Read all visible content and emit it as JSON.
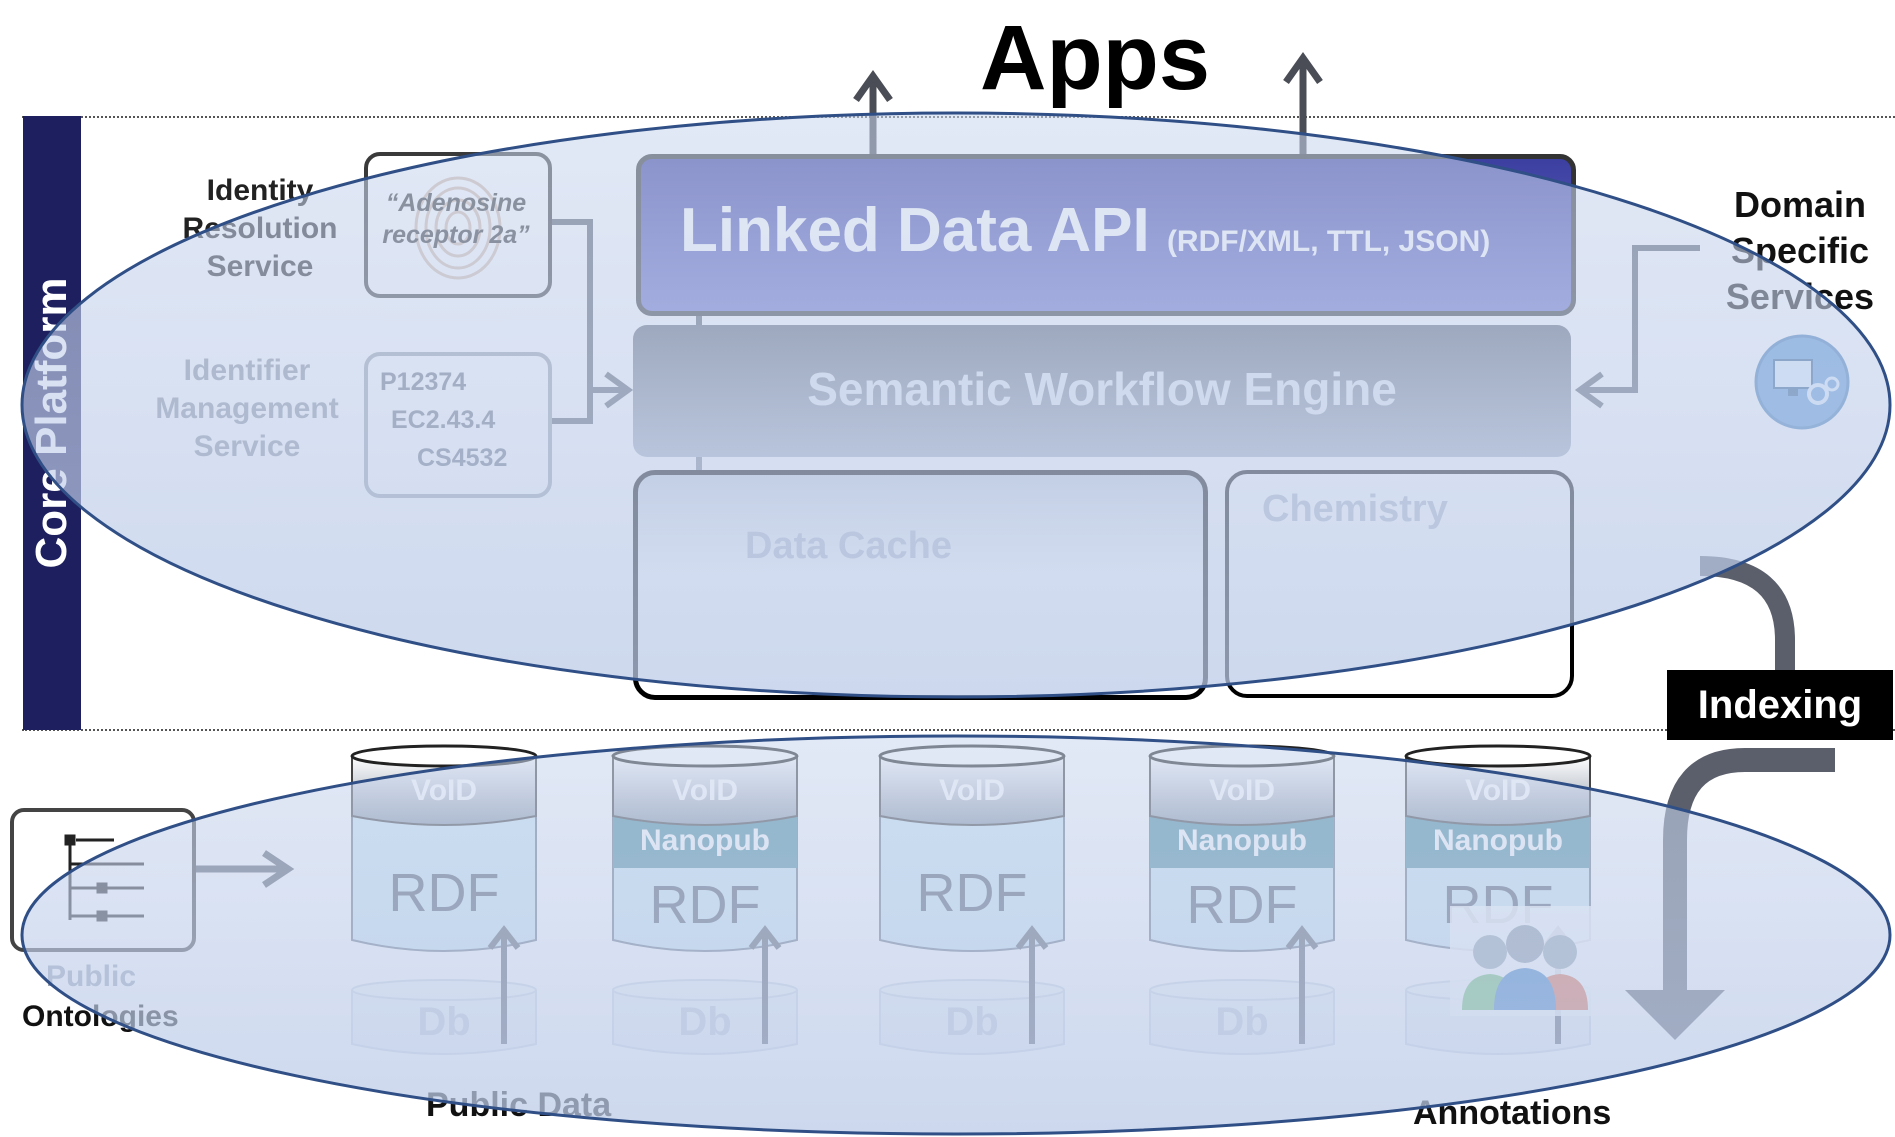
{
  "title": "Apps",
  "sidebar": {
    "label": "Core Platform"
  },
  "identity_service": {
    "label_lines": [
      "Identity",
      "Resolution",
      "Service"
    ],
    "quote_lines": [
      "“Adenosine",
      "receptor 2a”"
    ]
  },
  "identifier_service": {
    "label_lines": [
      "Identifier",
      "Management",
      "Service"
    ],
    "ids": [
      "P12374",
      "EC2.43.4",
      "CS4532"
    ]
  },
  "api": {
    "title": "Linked Data API",
    "formats": "(RDF/XML, TTL, JSON)"
  },
  "workflow": {
    "label": "Semantic Workflow Engine"
  },
  "lower_boxes": {
    "left": "Data Cache",
    "right": "Chemistry"
  },
  "domain_services": {
    "label_lines": [
      "Domain",
      "Specific",
      "Services"
    ]
  },
  "indexing": {
    "label": "Indexing"
  },
  "datasets": [
    {
      "void": "VoID",
      "nanopub": "",
      "rdf": "RDF",
      "db": "Db"
    },
    {
      "void": "VoID",
      "nanopub": "Nanopub",
      "rdf": "RDF",
      "db": "Db"
    },
    {
      "void": "VoID",
      "nanopub": "",
      "rdf": "RDF",
      "db": "Db"
    },
    {
      "void": "VoID",
      "nanopub": "Nanopub",
      "rdf": "RDF",
      "db": "Db"
    },
    {
      "void": "VoID",
      "nanopub": "Nanopub",
      "rdf": "RDF",
      "db": ""
    }
  ],
  "public_ontologies": {
    "line1": "Public",
    "line2": "Ontologies"
  },
  "bottom": {
    "left": "Public Data",
    "right": "Annotations"
  },
  "colors": {
    "sidebar": "#1e1f5e",
    "api_top": "#3c3fa0",
    "api_bottom": "#6b6fc7",
    "ellipse_fill": "#c9d6ee",
    "ellipse_stroke": "#2f4f86",
    "nanopub": "#4e8fa0",
    "rdf_fill": "#cfe8f3",
    "arrow": "#5a5f6b"
  }
}
